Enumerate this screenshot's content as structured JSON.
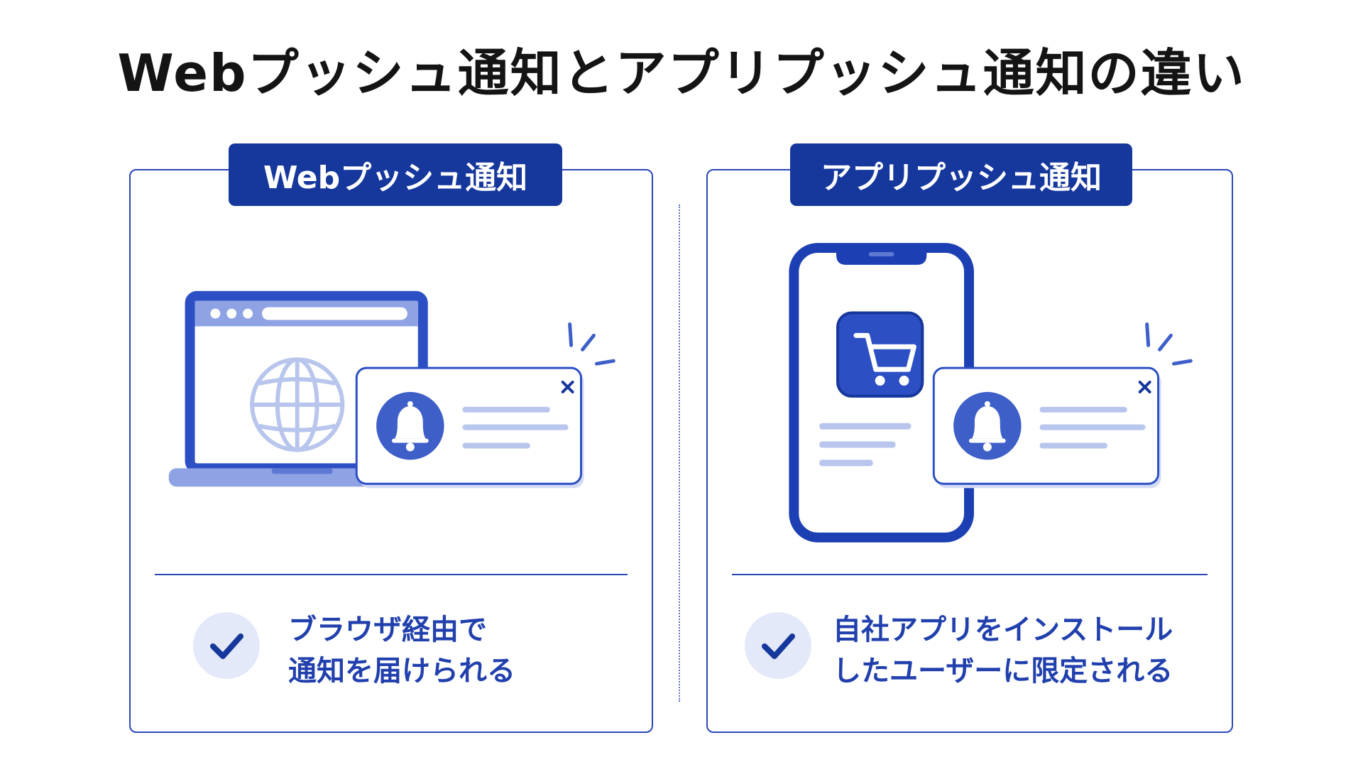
{
  "title": "Webプッシュ通知とアプリプッシュ通知の違い",
  "panels": [
    {
      "id": "web",
      "tab_label": "Webプッシュ通知",
      "description_lines": [
        "ブラウザ経由で",
        "通知を届けられる"
      ]
    },
    {
      "id": "app",
      "tab_label": "アプリプッシュ通知",
      "description_lines": [
        "自社アプリをインストール",
        "したユーザーに限定される"
      ]
    }
  ],
  "icons": {
    "laptop": "laptop-icon",
    "globe": "globe-icon",
    "phone": "smartphone-icon",
    "cart": "shopping-cart-icon",
    "bell": "bell-icon",
    "close": "close-icon",
    "check": "checkmark-icon"
  },
  "colors": {
    "primary": "#16379c",
    "accent": "#3e5fc8",
    "light": "#8ea2e4",
    "pale": "#e3e9f8"
  }
}
